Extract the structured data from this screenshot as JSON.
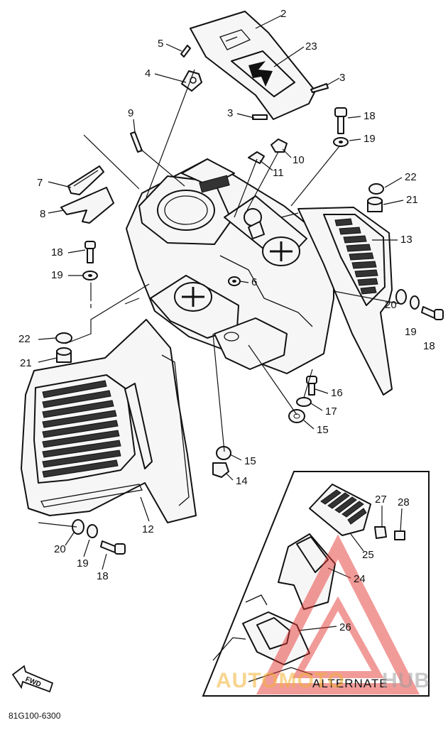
{
  "diagram": {
    "callouts": [
      {
        "id": "c2",
        "label": "2"
      },
      {
        "id": "c23",
        "label": "23"
      },
      {
        "id": "c5",
        "label": "5"
      },
      {
        "id": "c4",
        "label": "4"
      },
      {
        "id": "c3a",
        "label": "3"
      },
      {
        "id": "c3b",
        "label": "3"
      },
      {
        "id": "c9",
        "label": "9"
      },
      {
        "id": "c18a",
        "label": "18"
      },
      {
        "id": "c19a",
        "label": "19"
      },
      {
        "id": "c10",
        "label": "10"
      },
      {
        "id": "c11",
        "label": "11"
      },
      {
        "id": "c22a",
        "label": "22"
      },
      {
        "id": "c21a",
        "label": "21"
      },
      {
        "id": "c7",
        "label": "7"
      },
      {
        "id": "c8",
        "label": "8"
      },
      {
        "id": "c13",
        "label": "13"
      },
      {
        "id": "c18b",
        "label": "18"
      },
      {
        "id": "c19b",
        "label": "19"
      },
      {
        "id": "c6",
        "label": "6"
      },
      {
        "id": "c20a",
        "label": "20"
      },
      {
        "id": "c19c",
        "label": "19"
      },
      {
        "id": "c18c",
        "label": "18"
      },
      {
        "id": "c22b",
        "label": "22"
      },
      {
        "id": "c21b",
        "label": "21"
      },
      {
        "id": "c16",
        "label": "16"
      },
      {
        "id": "c17",
        "label": "17"
      },
      {
        "id": "c15a",
        "label": "15"
      },
      {
        "id": "c15b",
        "label": "15"
      },
      {
        "id": "c14",
        "label": "14"
      },
      {
        "id": "c12",
        "label": "12"
      },
      {
        "id": "c20b",
        "label": "20"
      },
      {
        "id": "c19d",
        "label": "19"
      },
      {
        "id": "c18d",
        "label": "18"
      },
      {
        "id": "c27",
        "label": "27"
      },
      {
        "id": "c28a",
        "label": "28"
      },
      {
        "id": "c25",
        "label": "25"
      },
      {
        "id": "c24",
        "label": "24"
      },
      {
        "id": "c26",
        "label": "26"
      }
    ],
    "inset_label": "ALTERNATE",
    "direction_label": "FWD",
    "drawing_code": "81G100-6300"
  },
  "watermark": {
    "text_left": "AUTOMOTO",
    "text_right": "HUB",
    "color": "#e53935"
  },
  "colors": {
    "line": "#111111",
    "paper": "#ffffff",
    "watermark": "#e53935"
  }
}
